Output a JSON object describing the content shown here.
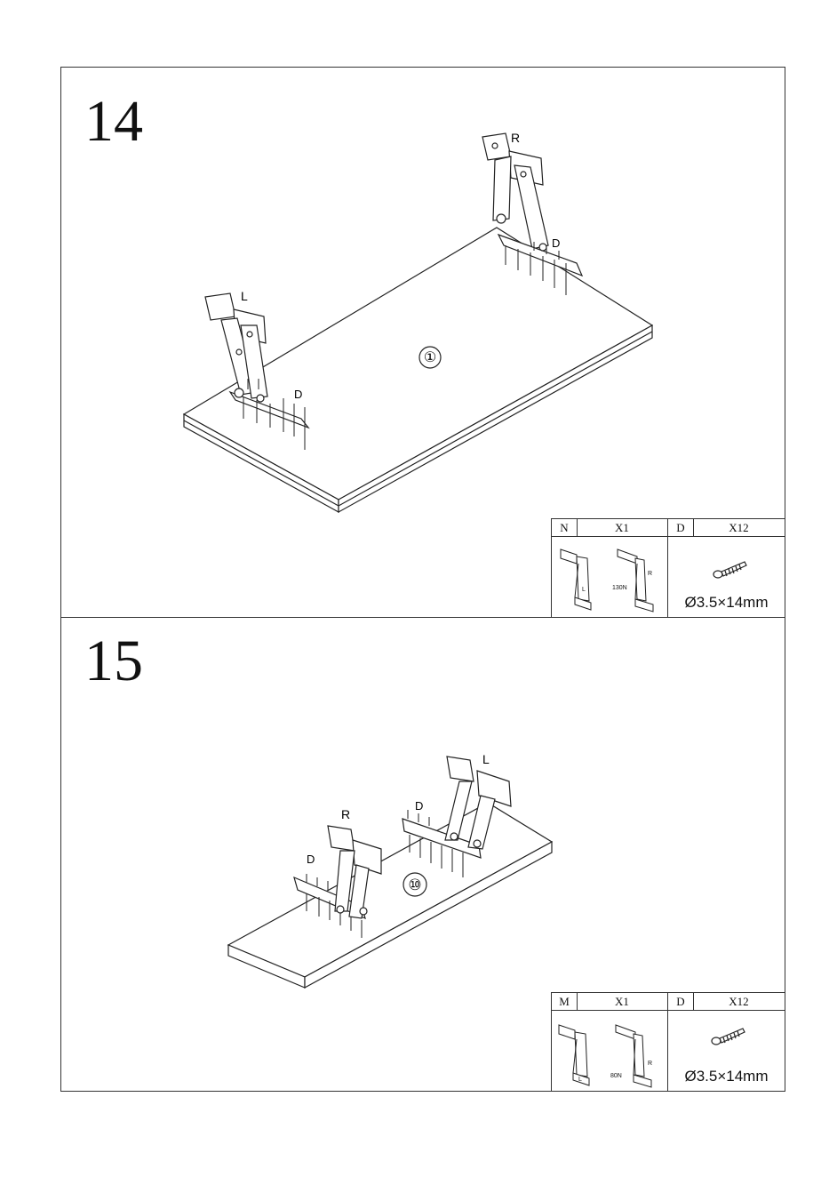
{
  "step14": {
    "number": "14",
    "labels": {
      "left_hinge": "L",
      "right_hinge": "R",
      "screw_left": "D",
      "screw_right": "D",
      "board_part": "①"
    },
    "parts": {
      "hinge_code": "N",
      "hinge_qty": "X1",
      "hinge_l": "L",
      "hinge_r": "R",
      "hinge_force": "130N",
      "screw_code": "D",
      "screw_qty": "X12",
      "screw_spec": "Ø3.5×14mm"
    }
  },
  "step15": {
    "number": "15",
    "labels": {
      "left_hinge": "L",
      "right_hinge": "R",
      "screw_left": "D",
      "screw_right": "D",
      "board_part": "⑩"
    },
    "parts": {
      "hinge_code": "M",
      "hinge_qty": "X1",
      "hinge_l": "L",
      "hinge_r": "R",
      "hinge_force": "80N",
      "screw_code": "D",
      "screw_qty": "X12",
      "screw_spec": "Ø3.5×14mm"
    }
  }
}
